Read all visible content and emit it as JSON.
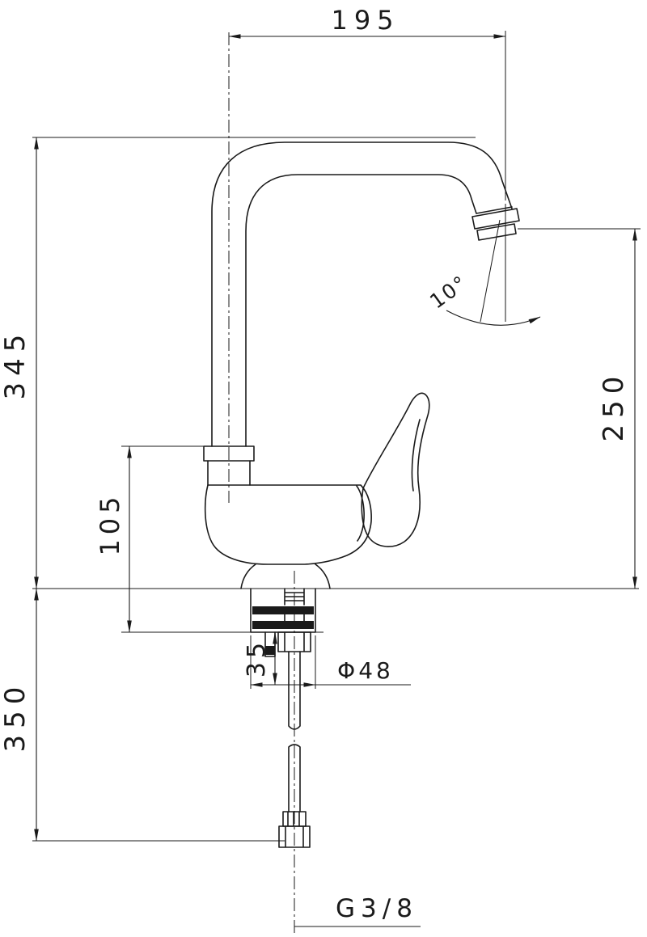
{
  "drawing": {
    "kind": "faucet-dimension-drawing",
    "background_color": "#ffffff",
    "line_color": "#1a1a1a"
  },
  "dims": {
    "spout_reach": "195",
    "total_height": "345",
    "body_height": "105",
    "spout_height": "250",
    "below_deck_length": "350",
    "deck_thickness": "35",
    "base_diameter": "Φ48",
    "spout_angle": "10°",
    "connection_thread": "G3/8"
  }
}
